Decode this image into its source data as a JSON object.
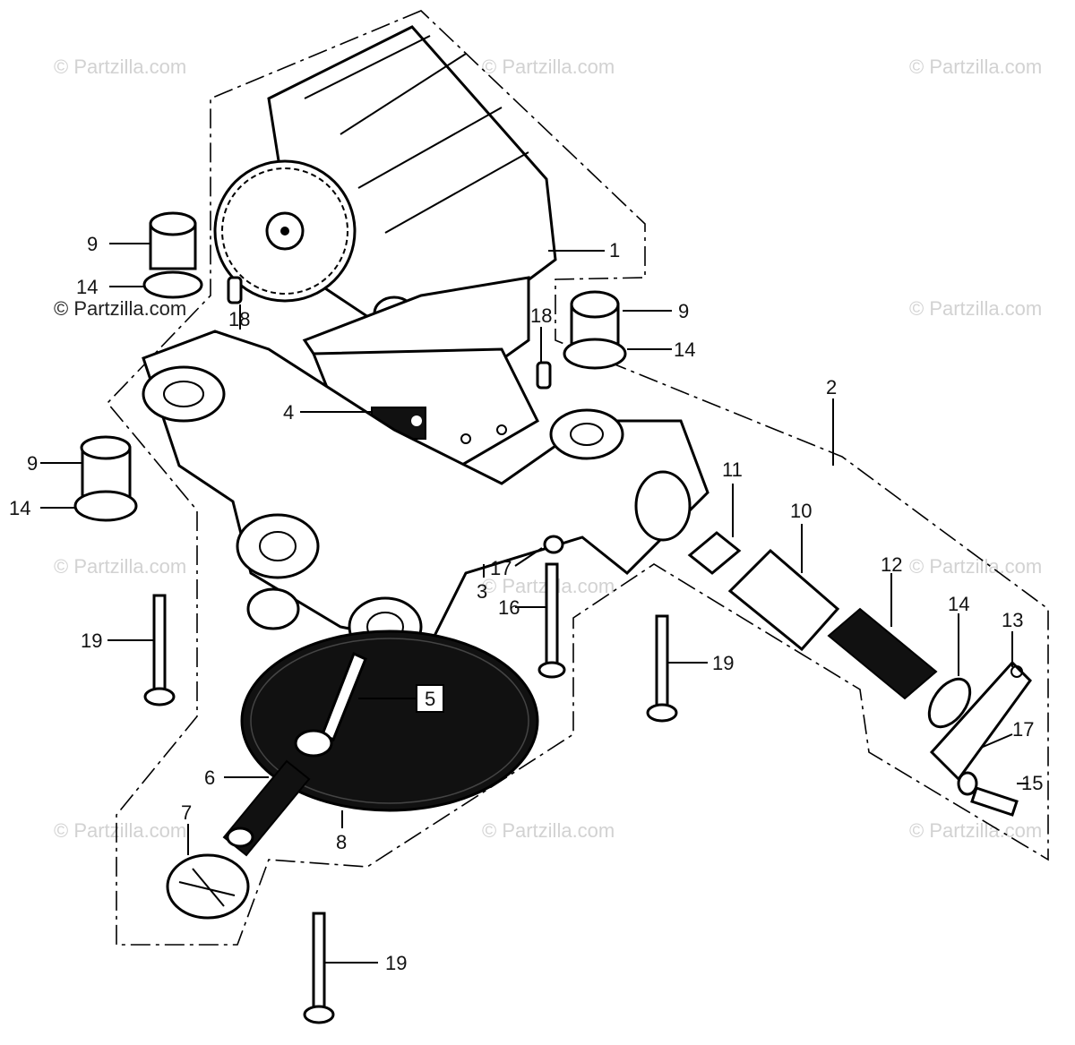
{
  "watermark": "© Partzilla.com",
  "callouts": [
    {
      "id": "c1",
      "label": "1"
    },
    {
      "id": "c2",
      "label": "2"
    },
    {
      "id": "c3",
      "label": "3"
    },
    {
      "id": "c4",
      "label": "4"
    },
    {
      "id": "c5",
      "label": "5"
    },
    {
      "id": "c6",
      "label": "6"
    },
    {
      "id": "c7",
      "label": "7"
    },
    {
      "id": "c8",
      "label": "8"
    },
    {
      "id": "c9a",
      "label": "9"
    },
    {
      "id": "c9b",
      "label": "9"
    },
    {
      "id": "c9c",
      "label": "9"
    },
    {
      "id": "c10",
      "label": "10"
    },
    {
      "id": "c11",
      "label": "11"
    },
    {
      "id": "c12",
      "label": "12"
    },
    {
      "id": "c13",
      "label": "13"
    },
    {
      "id": "c14a",
      "label": "14"
    },
    {
      "id": "c14b",
      "label": "14"
    },
    {
      "id": "c14c",
      "label": "14"
    },
    {
      "id": "c14d",
      "label": "14"
    },
    {
      "id": "c15",
      "label": "15"
    },
    {
      "id": "c16",
      "label": "16"
    },
    {
      "id": "c17a",
      "label": "17"
    },
    {
      "id": "c17b",
      "label": "17"
    },
    {
      "id": "c18a",
      "label": "18"
    },
    {
      "id": "c18b",
      "label": "18"
    },
    {
      "id": "c19a",
      "label": "19"
    },
    {
      "id": "c19b",
      "label": "19"
    },
    {
      "id": "c19c",
      "label": "19"
    }
  ]
}
